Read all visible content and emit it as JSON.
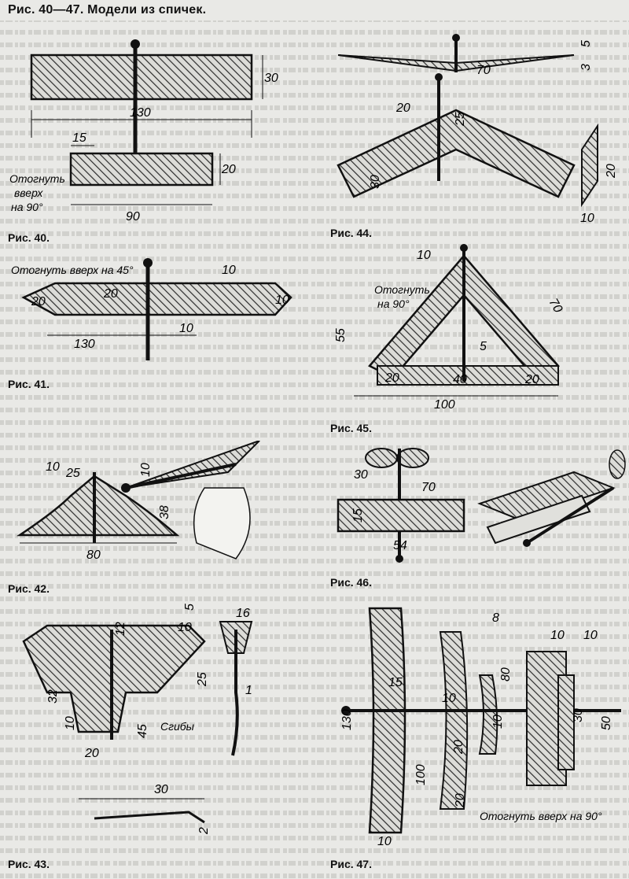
{
  "header": {
    "title": "Рис. 40—47. Модели из спичек."
  },
  "figures": {
    "fig40": {
      "caption": "Рис. 40.",
      "dims": {
        "span": "130",
        "chord": "30",
        "tail_w": "15",
        "tail_h": "20",
        "tail_len": "90"
      },
      "note_lines": [
        "Отогнуть",
        "вверх",
        "на 90°"
      ]
    },
    "fig41": {
      "caption": "Рис. 41.",
      "note": "Отогнуть вверх на 45°",
      "dims": {
        "span": "130",
        "d20a": "20",
        "d20b": "20",
        "d10a": "10",
        "d10b": "10",
        "d10c": "10"
      }
    },
    "fig42": {
      "caption": "Рис. 42.",
      "dims": {
        "d10": "10",
        "d25": "25",
        "d10b": "10",
        "d38": "38",
        "d80": "80"
      }
    },
    "fig43": {
      "caption": "Рис. 43.",
      "dims": {
        "d5": "5",
        "d16": "16",
        "d10": "10",
        "d12": "12",
        "d25": "25",
        "d32": "32",
        "d10b": "10",
        "d45": "45",
        "d20": "20",
        "d1": "1",
        "d30": "30",
        "d2": "2"
      },
      "label": "Сгибы"
    },
    "fig44": {
      "caption": "Рис. 44.",
      "dims": {
        "d5": "5",
        "d3": "3",
        "d70": "70",
        "d20": "20",
        "d25": "25",
        "d30": "30",
        "d20b": "20",
        "d10": "10"
      }
    },
    "fig45": {
      "caption": "Рис. 45.",
      "note_lines": [
        "Отогнуть",
        "на 90°"
      ],
      "dims": {
        "d10": "10",
        "d70": "70",
        "d55": "55",
        "d5": "5",
        "d20a": "20",
        "d40": "40",
        "d20b": "20",
        "d100": "100"
      }
    },
    "fig46": {
      "caption": "Рис. 46.",
      "dims": {
        "d30": "30",
        "d70": "70",
        "d15": "15",
        "d54": "54"
      }
    },
    "fig47": {
      "caption": "Рис. 47.",
      "note": "Отогнуть вверх на 90°",
      "dims": {
        "d8": "8",
        "d10a": "10",
        "d10b": "10",
        "d80": "80",
        "d130": "130",
        "d15": "15",
        "d10c": "10",
        "d20a": "20",
        "d10d": "10",
        "d30": "30",
        "d50": "50",
        "d100": "100",
        "d20b": "20",
        "d10e": "10"
      }
    }
  },
  "colors": {
    "paper": "#e9e9e6",
    "ink": "#111111",
    "hatch": "#333333"
  }
}
